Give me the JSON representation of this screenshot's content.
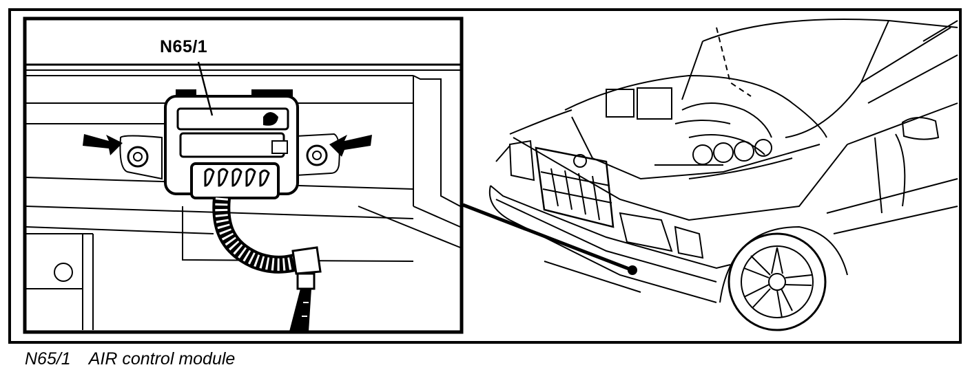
{
  "callout_label": "N65/1",
  "caption": {
    "code": "N65/1",
    "description": "AIR control module"
  },
  "colors": {
    "line": "#000000",
    "background": "#ffffff"
  },
  "icons": [
    "arrow-left-icon",
    "arrow-right-icon",
    "location-dot-icon"
  ]
}
